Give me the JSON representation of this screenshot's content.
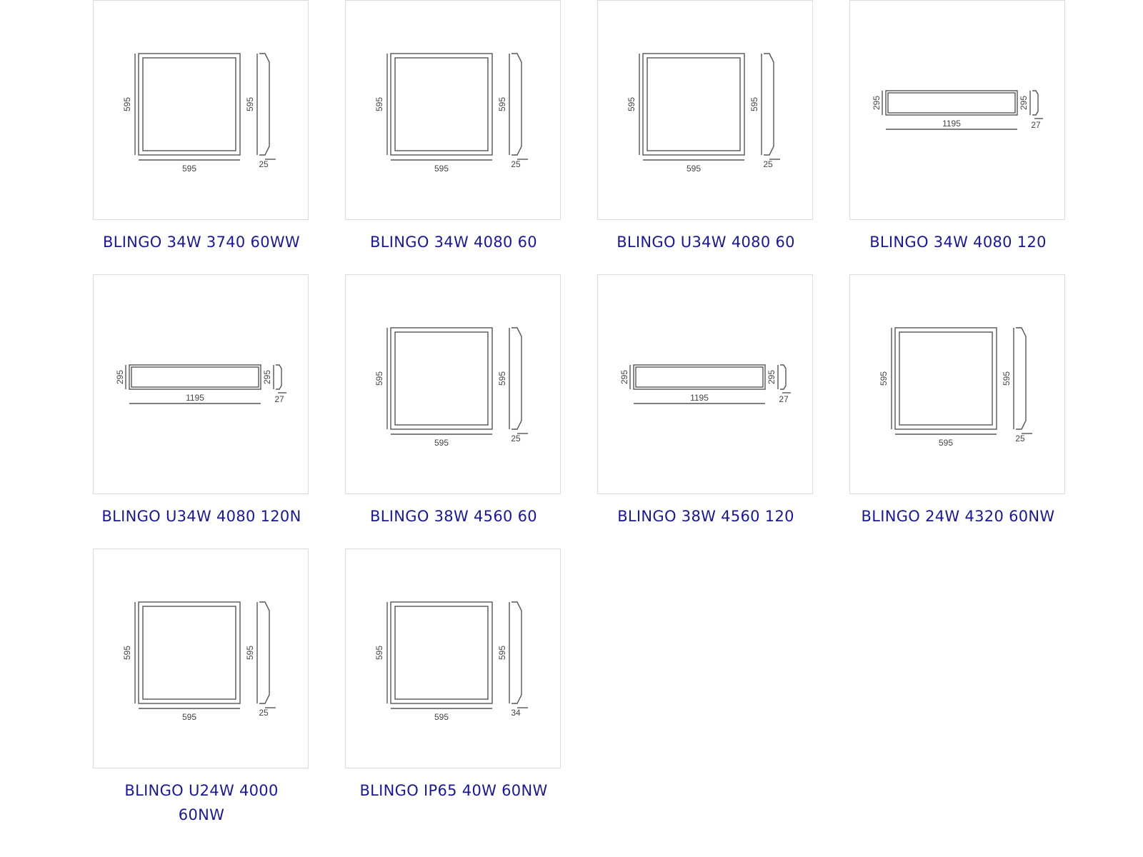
{
  "products": [
    {
      "title": "BLINGO 34W 3740 60WW",
      "shape": "square",
      "width": "595",
      "height": "595",
      "depth": "25"
    },
    {
      "title": "BLINGO 34W 4080 60",
      "shape": "square",
      "width": "595",
      "height": "595",
      "depth": "25"
    },
    {
      "title": "BLINGO U34W 4080 60",
      "shape": "square",
      "width": "595",
      "height": "595",
      "depth": "25"
    },
    {
      "title": "BLINGO 34W 4080 120",
      "shape": "rect",
      "width": "1195",
      "height": "295",
      "depth": "27"
    },
    {
      "title": "BLINGO U34W 4080 120N",
      "shape": "rect",
      "width": "1195",
      "height": "295",
      "depth": "27"
    },
    {
      "title": "BLINGO 38W 4560 60",
      "shape": "square",
      "width": "595",
      "height": "595",
      "depth": "25"
    },
    {
      "title": "BLINGO 38W 4560 120",
      "shape": "rect",
      "width": "1195",
      "height": "295",
      "depth": "27"
    },
    {
      "title": "BLINGO 24W 4320 60NW",
      "shape": "square",
      "width": "595",
      "height": "595",
      "depth": "25"
    },
    {
      "title": "BLINGO U24W 4000 60NW",
      "shape": "square",
      "width": "595",
      "height": "595",
      "depth": "25"
    },
    {
      "title": "BLINGO IP65 40W 60NW",
      "shape": "square",
      "width": "595",
      "height": "595",
      "depth": "34"
    }
  ],
  "colors": {
    "title": "#1a1a8c",
    "drawing": "#555555",
    "border": "#dcdcdc"
  }
}
